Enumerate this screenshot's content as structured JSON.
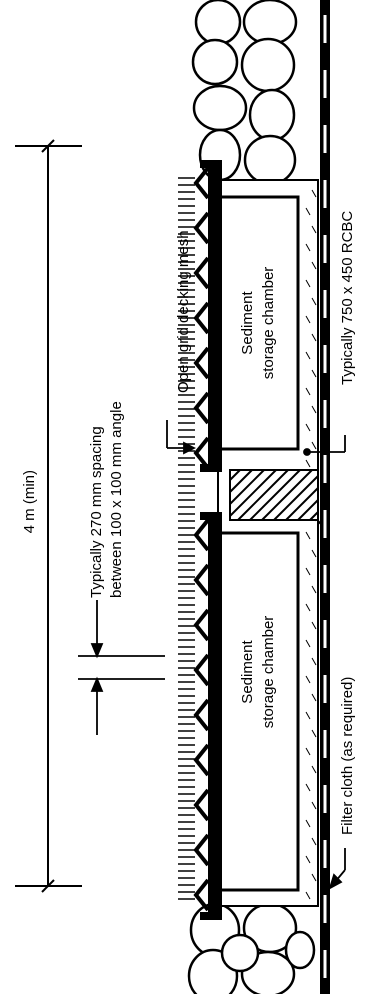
{
  "labels": {
    "open_grid": "Open grid decking mesh",
    "rcbc": "Typically 750 x 450 RCBC",
    "spacing_line1": "Typically 270 mm spacing",
    "spacing_line2": "between 100 x 100 mm angle",
    "length": "4 m (min)",
    "chamber_upper_line1": "Sediment",
    "chamber_upper_line2": "storage chamber",
    "chamber_lower_line1": "Sediment",
    "chamber_lower_line2": "storage chamber",
    "filter_cloth": "Filter cloth (as required)"
  },
  "colors": {
    "ink": "#000000",
    "paper": "#ffffff"
  }
}
